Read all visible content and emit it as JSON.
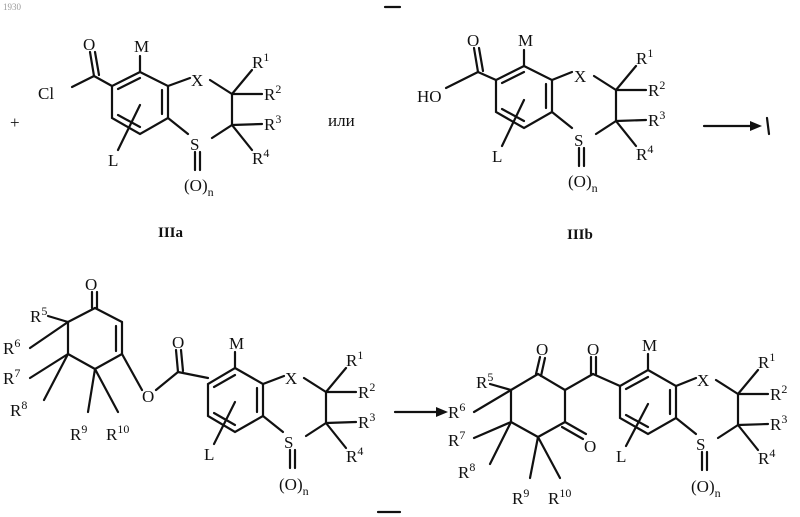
{
  "page_number": "1930",
  "plus": "+",
  "or_word": "или",
  "compound_a": "IIIa",
  "compound_b": "IIIb",
  "atoms": {
    "M": "M",
    "X": "X",
    "S": "S",
    "O": "O",
    "L": "L",
    "Cl": "Cl",
    "HO": "HO",
    "R": "R",
    "n": "n",
    "On_open": "(O)",
    "On_n": "n"
  },
  "superscripts": [
    "1",
    "2",
    "3",
    "4",
    "5",
    "6",
    "7",
    "8",
    "9",
    "10"
  ]
}
